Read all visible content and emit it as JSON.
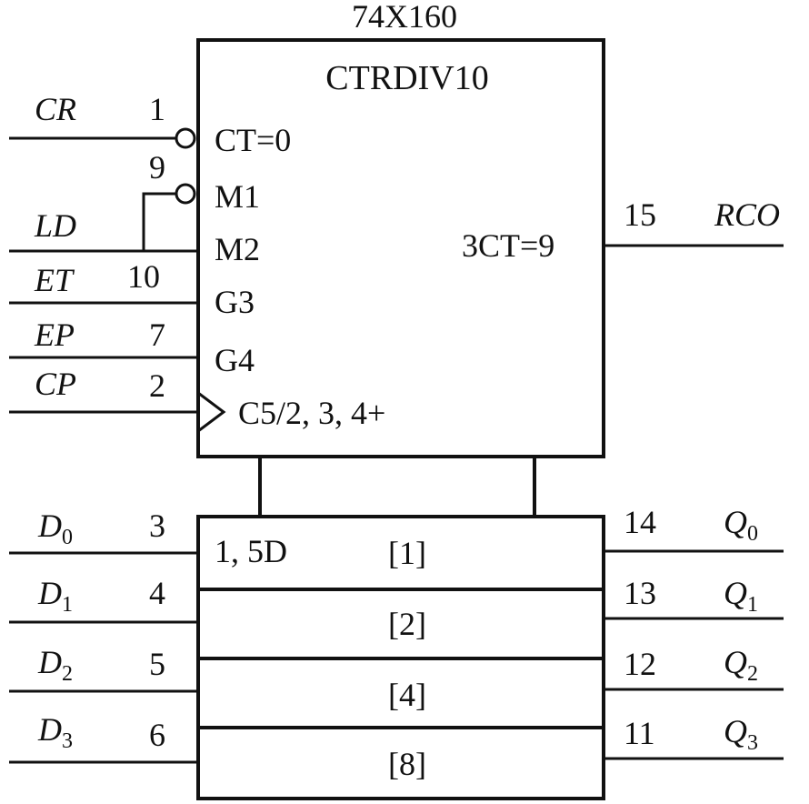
{
  "chip": {
    "part_number": "74X160",
    "function_label": "CTRDIV10"
  },
  "inputs": [
    {
      "name": "CR",
      "pin": "1",
      "label": "CT=0"
    },
    {
      "name": "",
      "pin": "9",
      "label": "M1"
    },
    {
      "name": "LD",
      "pin": "",
      "label": "M2"
    },
    {
      "name": "ET",
      "pin": "10",
      "label": "G3"
    },
    {
      "name": "EP",
      "pin": "7",
      "label": "G4"
    },
    {
      "name": "CP",
      "pin": "2",
      "label": "C5/2, 3, 4+"
    }
  ],
  "carry_output": {
    "name": "RCO",
    "pin": "15",
    "label": "3CT=9"
  },
  "data_section": {
    "label": "1, 5D"
  },
  "bits": [
    {
      "input": "D",
      "input_sub": "0",
      "in_pin": "3",
      "weight": "[1]",
      "out_pin": "14",
      "output": "Q",
      "output_sub": "0"
    },
    {
      "input": "D",
      "input_sub": "1",
      "in_pin": "4",
      "weight": "[2]",
      "out_pin": "13",
      "output": "Q",
      "output_sub": "1"
    },
    {
      "input": "D",
      "input_sub": "2",
      "in_pin": "5",
      "weight": "[4]",
      "out_pin": "12",
      "output": "Q",
      "output_sub": "2"
    },
    {
      "input": "D",
      "input_sub": "3",
      "in_pin": "6",
      "weight": "[8]",
      "out_pin": "11",
      "output": "Q",
      "output_sub": "3"
    }
  ]
}
